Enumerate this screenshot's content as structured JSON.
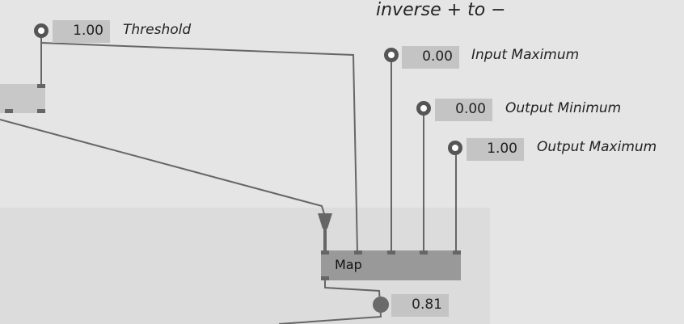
{
  "title": "inverse + to −",
  "params": {
    "threshold": {
      "value": "1.00",
      "label": "Threshold"
    },
    "input_maximum": {
      "value": "0.00",
      "label": "Input Maximum"
    },
    "output_minimum": {
      "value": "0.00",
      "label": "Output Minimum"
    },
    "output_maximum": {
      "value": "1.00",
      "label": "Output Maximum"
    }
  },
  "map_node": {
    "label": "Map"
  },
  "output": {
    "value": "0.81"
  }
}
